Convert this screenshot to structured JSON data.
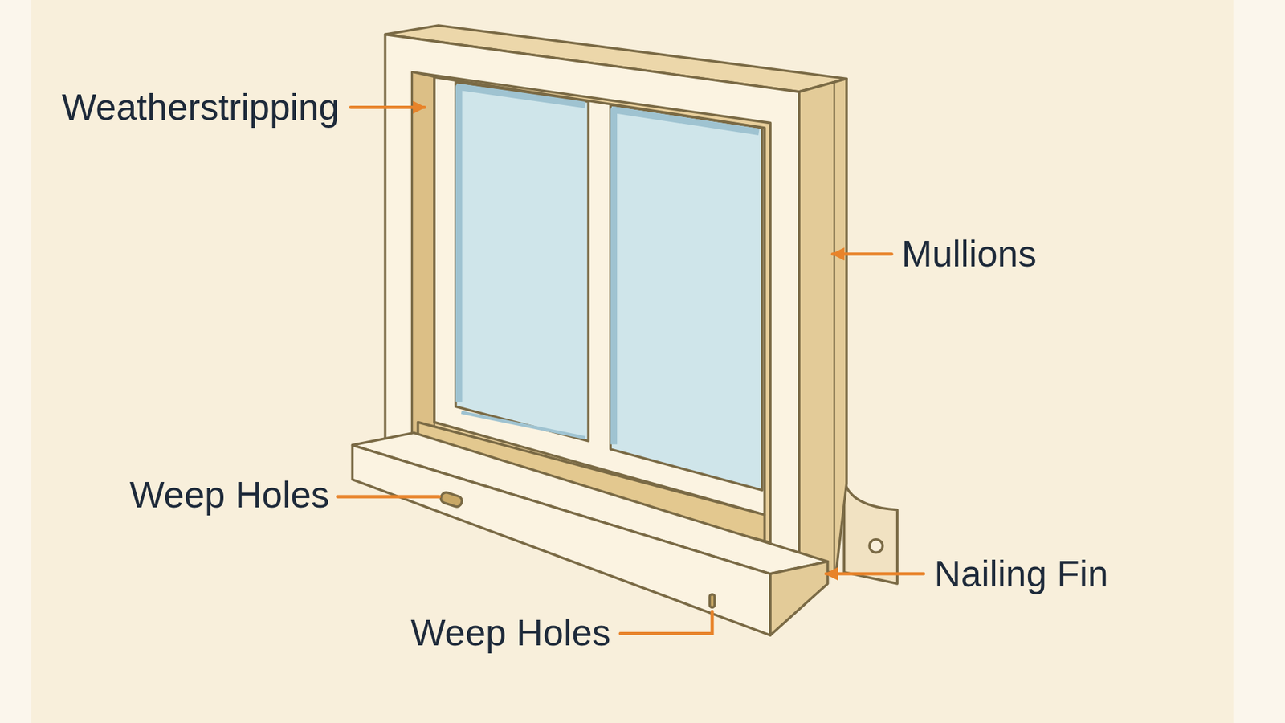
{
  "diagram": {
    "labels": [
      "Weatherstripping",
      "Mullions",
      "Weep Holes",
      "Nailing Fin",
      "Weep Holes"
    ]
  }
}
